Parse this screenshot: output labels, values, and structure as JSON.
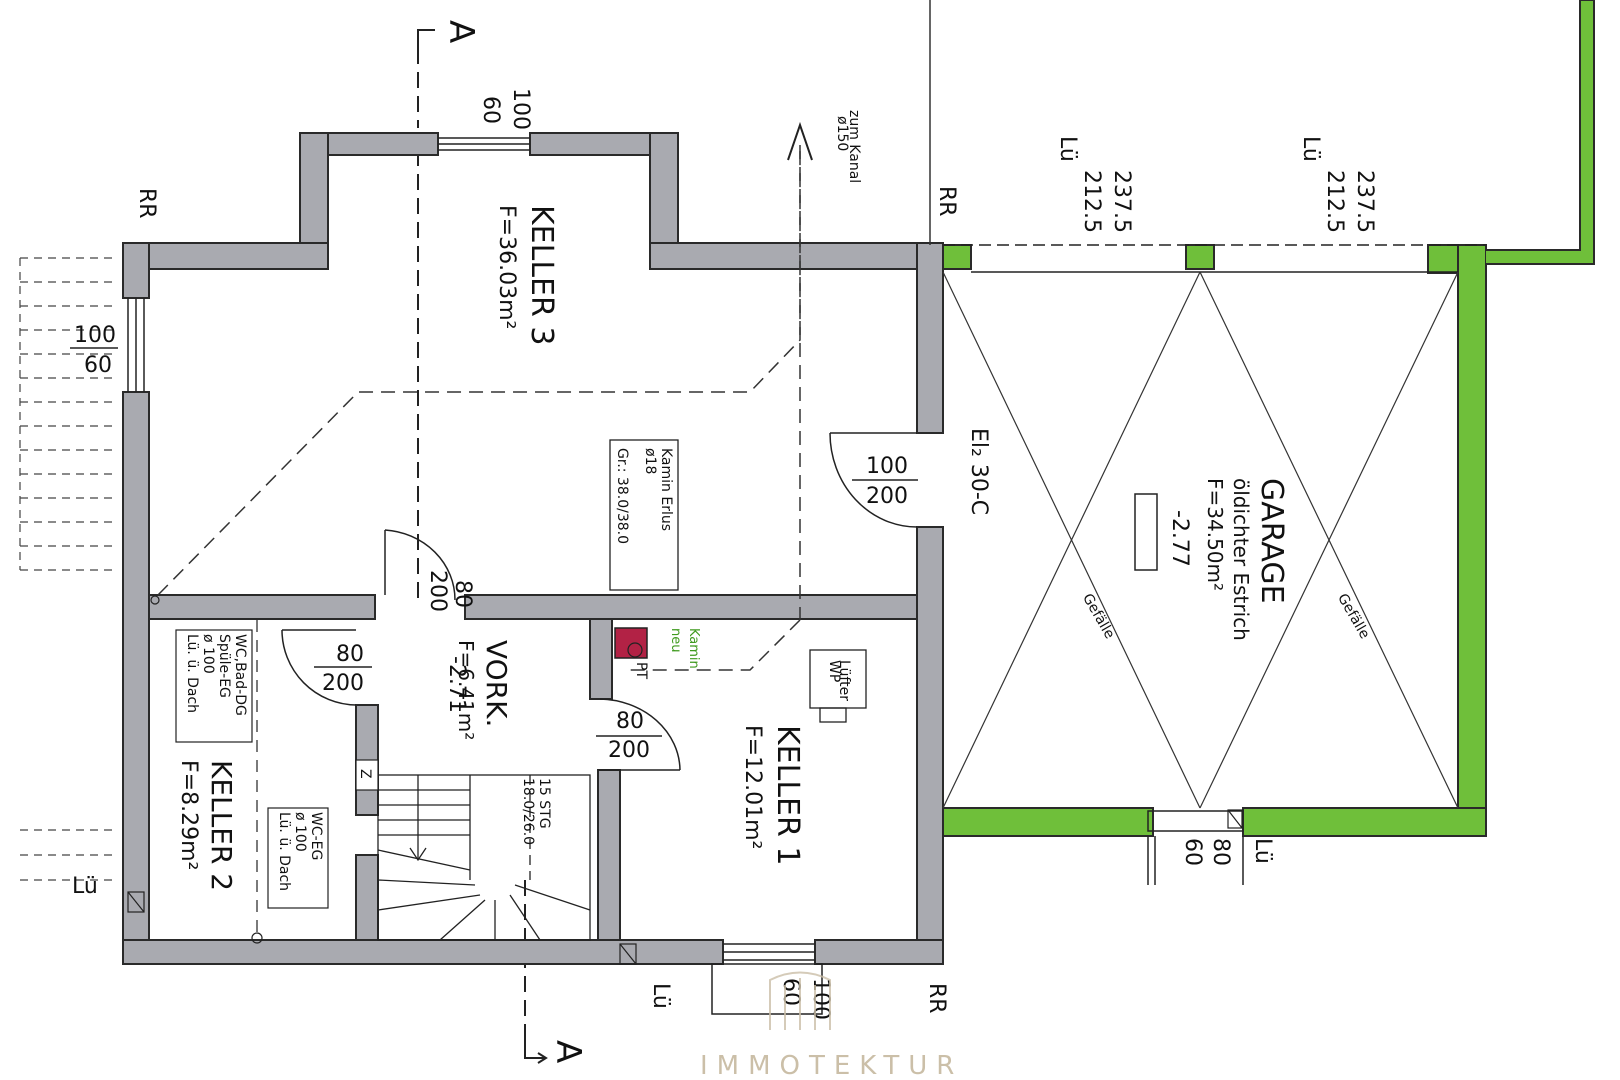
{
  "colors": {
    "wall": "#a9aab0",
    "wall_outline": "#2a2a2a",
    "garage_wall": "#6fbf3a",
    "chimney": "#b22245",
    "logo": "#cbbfa8"
  },
  "section": {
    "marker": "A",
    "marker_bottom": "A"
  },
  "rooms": {
    "keller3": {
      "name": "KELLER 3",
      "area": "F=36.03m²"
    },
    "keller2": {
      "name": "KELLER 2",
      "area": "F=8.29m²"
    },
    "keller1": {
      "name": "KELLER 1",
      "area": "F=12.01m²"
    },
    "vork": {
      "name": "VORK.",
      "area": "F=6.41m²",
      "level": "-2.71"
    },
    "garage": {
      "name": "GARAGE",
      "floor": "öldichter Estrich",
      "area": "F=34.50m²",
      "level": "-2.77",
      "slope": "Gefälle"
    }
  },
  "dimensions": {
    "top_window": [
      "100",
      "60"
    ],
    "left_window": [
      "100",
      "60"
    ],
    "door_k3_garage": [
      "100",
      "200"
    ],
    "door_k3_vork": [
      "80",
      "200"
    ],
    "door_vork_k2": [
      "80",
      "200"
    ],
    "door_vork_k1": [
      "80",
      "200"
    ],
    "garage_door_1": [
      "237.5",
      "212.5"
    ],
    "garage_door_2": [
      "237.5",
      "212.5"
    ],
    "garage_window": [
      "80",
      "60"
    ],
    "bottom_window": [
      "100",
      "60"
    ]
  },
  "annotations": {
    "rr": "RR",
    "lue": "Lü",
    "fire_door": "El₂ 30-C",
    "zum_kanal": [
      "zum Kanal",
      "ø150"
    ],
    "kamin_erlus": [
      "Kamin Erlus",
      "ø18",
      "Gr.: 38.0/38.0"
    ],
    "kamin_neu": [
      "Kamin",
      "neu"
    ],
    "pt": "PT",
    "wc_bod": [
      "WC,Bad-DG",
      "Spüle-EG",
      "ø 100",
      "Lü. ü. Dach"
    ],
    "wc_eg": [
      "WC-EG",
      "ø 100",
      "Lü. ü. Dach"
    ],
    "stairs": [
      "15 STG",
      "18.0/26.0"
    ],
    "stair_label": "Z",
    "appliance": [
      "Lüfter",
      "WP"
    ]
  },
  "brand": {
    "name": "IMMOTEKTUR"
  }
}
